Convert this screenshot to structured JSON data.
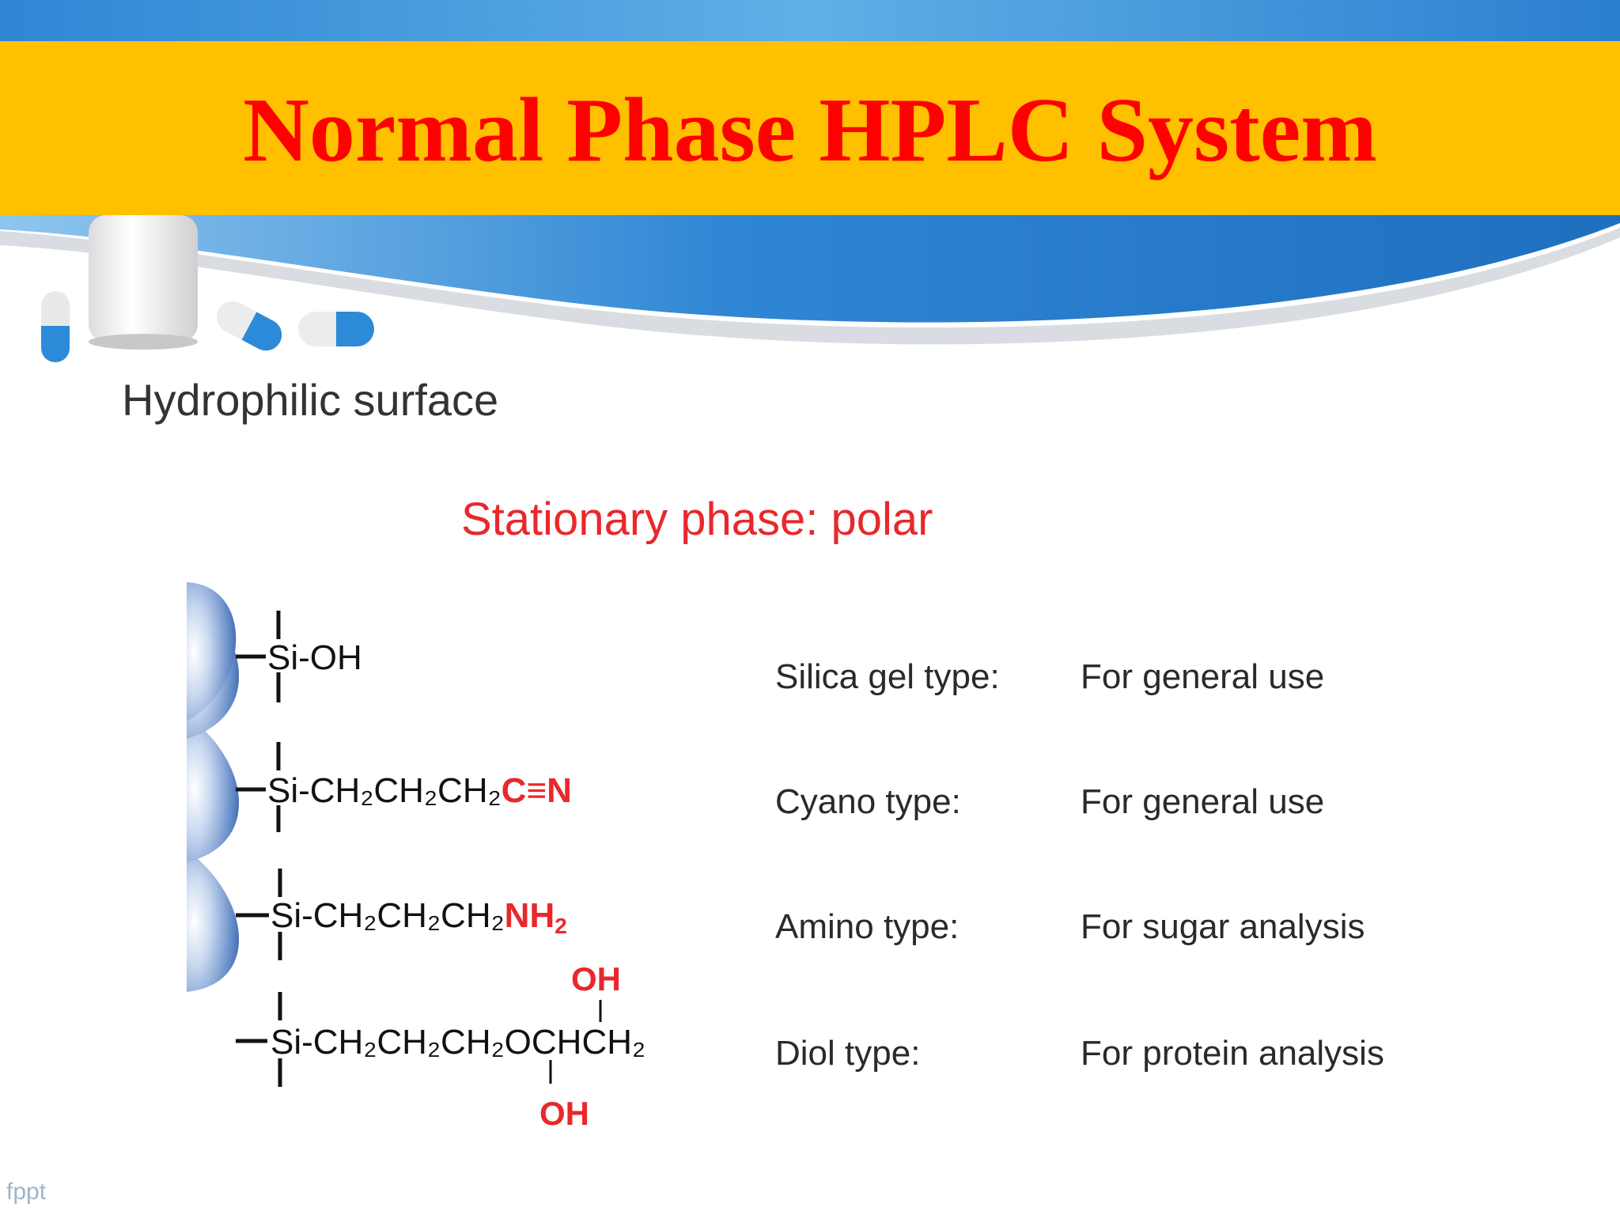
{
  "title": "Normal Phase HPLC System",
  "subtitle": "Hydrophilic surface",
  "stationary_phase_label": "Stationary phase: polar",
  "rows": [
    {
      "type_label": "Silica gel type:",
      "use_label": "For general use",
      "formula": {
        "main": "Si-OH",
        "highlight": "",
        "highlight_sub": ""
      }
    },
    {
      "type_label": "Cyano type:",
      "use_label": "For general use",
      "formula": {
        "main": "Si-CH₂CH₂CH₂",
        "highlight": "C≡N",
        "highlight_sub": ""
      }
    },
    {
      "type_label": "Amino type:",
      "use_label": "For sugar analysis",
      "formula": {
        "main": "Si-CH₂CH₂CH₂",
        "highlight": "NH",
        "highlight_sub": "2"
      }
    },
    {
      "type_label": "Diol type:",
      "use_label": "For protein analysis",
      "formula": {
        "main": "Si-CH₂CH₂CH₂OCHCH₂",
        "highlight": "",
        "highlight_sub": "",
        "top_group": "OH",
        "bottom_group": "OH"
      }
    }
  ],
  "watermark": "fppt",
  "colors": {
    "title_bar": "#ffc000",
    "title_text": "#ff0000",
    "highlight": "#e8282c",
    "bead": "#5b84c4"
  }
}
